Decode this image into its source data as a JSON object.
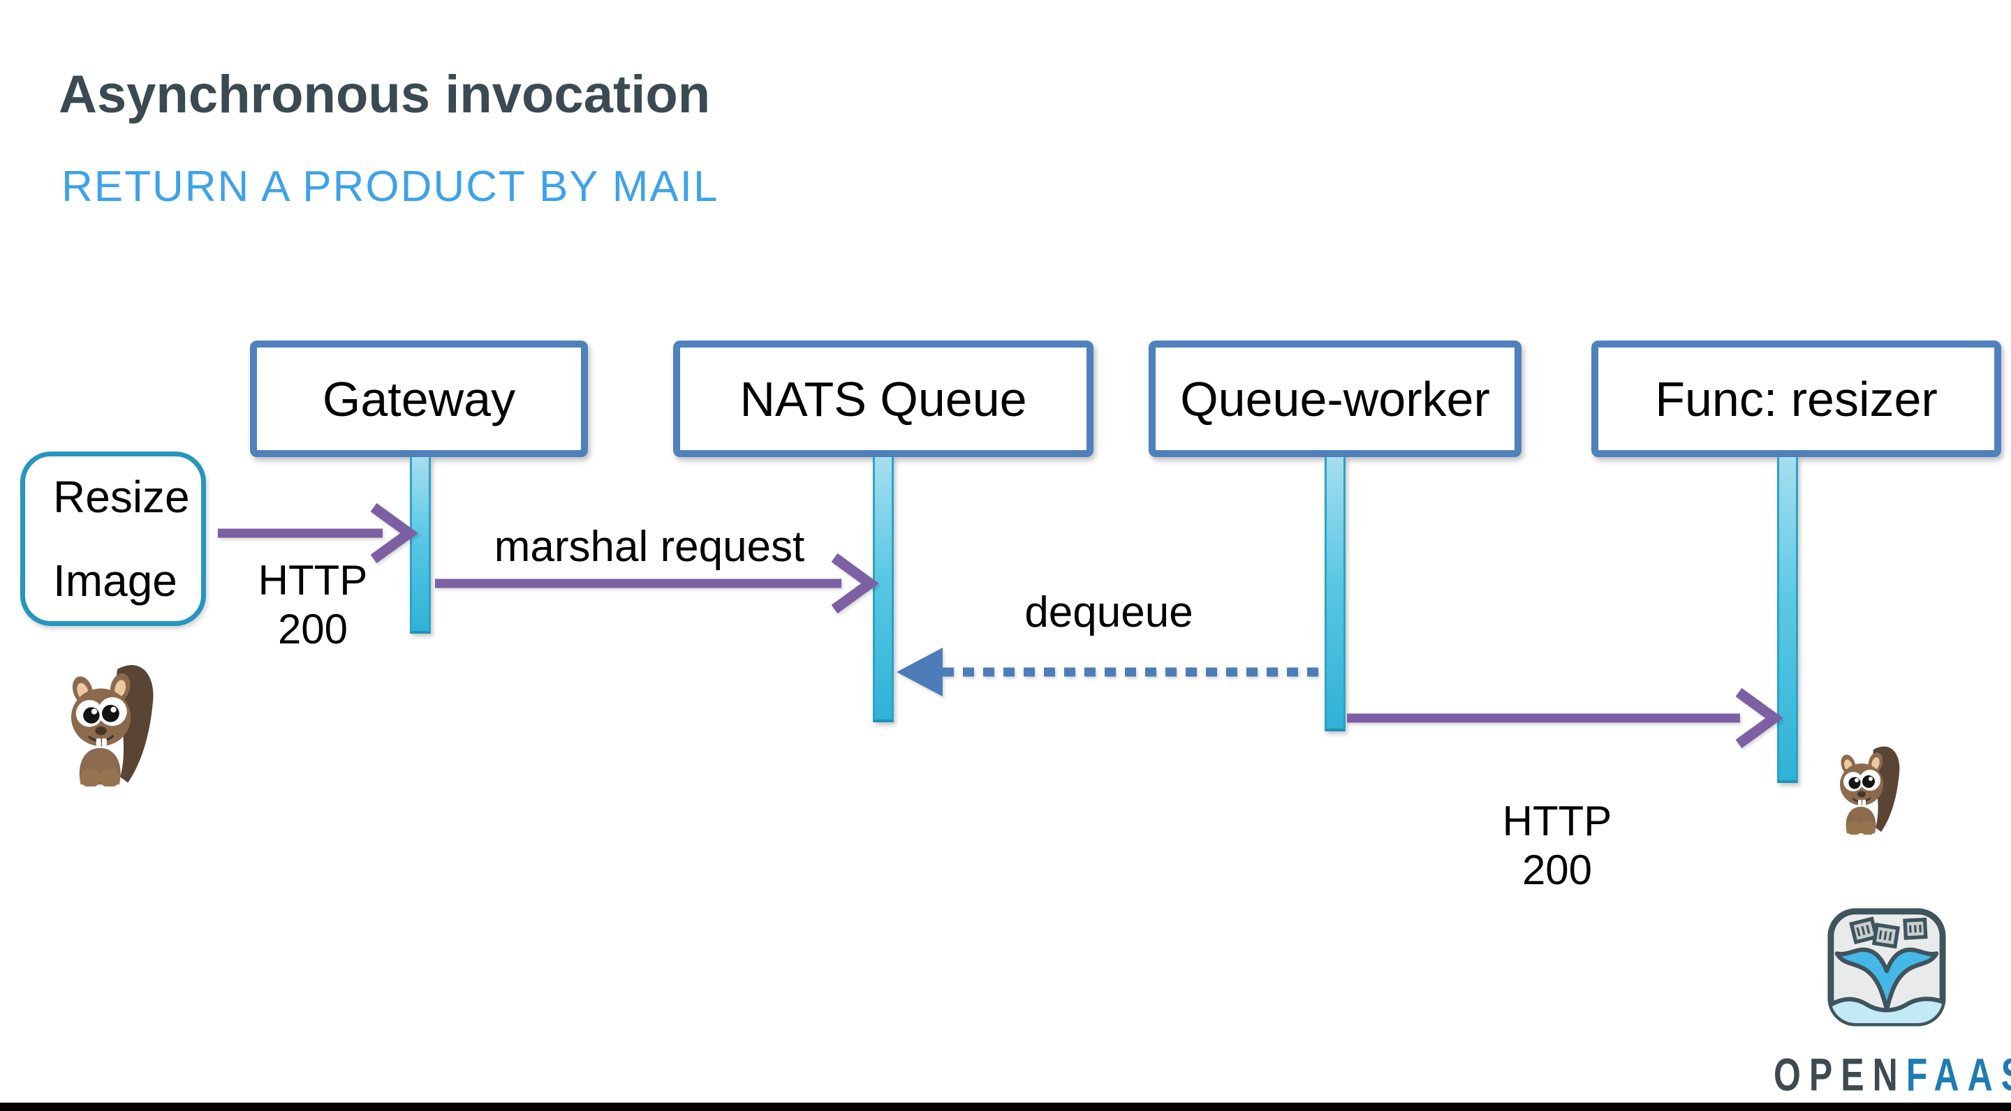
{
  "slide": {
    "title": "Asynchronous invocation",
    "subtitle": "RETURN A PRODUCT BY MAIL"
  },
  "actors": [
    {
      "label": "Gateway"
    },
    {
      "label": "NATS Queue"
    },
    {
      "label": "Queue-worker"
    },
    {
      "label": "Func: resizer"
    }
  ],
  "trigger": {
    "lines": [
      "Resize",
      "Image"
    ]
  },
  "messages": [
    {
      "id": "http-request",
      "from": "client",
      "to": "Gateway",
      "style": "solid-purple",
      "lines": [
        "HTTP",
        "200"
      ]
    },
    {
      "id": "marshal",
      "from": "Gateway",
      "to": "NATS Queue",
      "style": "solid-purple",
      "lines": [
        "marshal request"
      ]
    },
    {
      "id": "dequeue",
      "from": "Queue-worker",
      "to": "NATS Queue",
      "style": "dotted-blue",
      "lines": [
        "dequeue"
      ]
    },
    {
      "id": "http-response",
      "from": "Queue-worker",
      "to": "Func: resizer",
      "style": "solid-purple",
      "lines": [
        "HTTP",
        "200"
      ]
    }
  ],
  "branding": {
    "wordmark_open": "OPEN",
    "wordmark_faas": "FAAS"
  },
  "icons": [
    "squirrel-mascot-left",
    "squirrel-mascot-right",
    "openfaas-logo"
  ],
  "colors": {
    "title": "#3B4A52",
    "subtitle": "#3DA2E9",
    "actor_border": "#4E81BD",
    "lifeline": "#2FB2D6",
    "trigger_border": "#2596BE",
    "arrow_purple": "#7D5FA4",
    "arrow_dotted_blue": "#4C7DB8",
    "wordmark_dark": "#3E4A52",
    "wordmark_blue": "#1F7CB0",
    "footer_bar": "#000000"
  }
}
